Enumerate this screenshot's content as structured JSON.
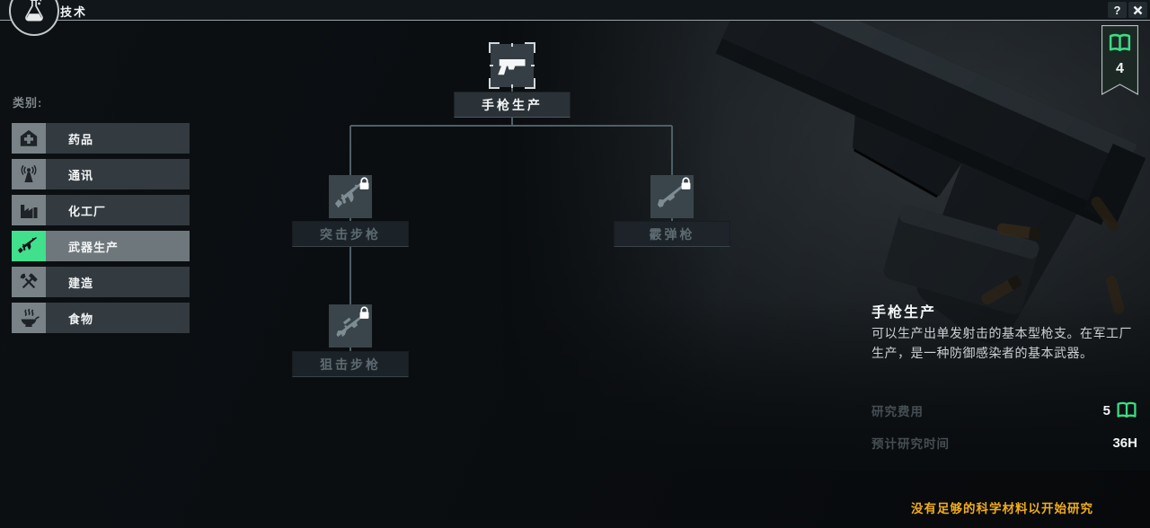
{
  "window": {
    "title": "技术",
    "help_label": "?"
  },
  "science_badge": {
    "count": "4"
  },
  "sidebar": {
    "category_label": "类别:",
    "items": [
      {
        "label": "药品",
        "icon": "medicine-icon",
        "selected": false
      },
      {
        "label": "通讯",
        "icon": "radio-icon",
        "selected": false
      },
      {
        "label": "化工厂",
        "icon": "factory-icon",
        "selected": false
      },
      {
        "label": "武器生产",
        "icon": "rifle-icon",
        "selected": true
      },
      {
        "label": "建造",
        "icon": "build-icon",
        "selected": false
      },
      {
        "label": "食物",
        "icon": "food-icon",
        "selected": false
      }
    ]
  },
  "tech_tree": {
    "nodes": [
      {
        "id": "pistol",
        "label": "手枪生产",
        "locked": false,
        "selected": true
      },
      {
        "id": "assault_rifle",
        "label": "突击步枪",
        "locked": true,
        "selected": false
      },
      {
        "id": "shotgun",
        "label": "霰弹枪",
        "locked": true,
        "selected": false
      },
      {
        "id": "sniper_rifle",
        "label": "狙击步枪",
        "locked": true,
        "selected": false
      }
    ]
  },
  "details": {
    "title": "手枪生产",
    "description": "可以生产出单发射击的基本型枪支。在军工厂生产，是一种防御感染者的基本武器。",
    "research_cost_label": "研究费用",
    "research_cost_value": "5",
    "research_time_label": "预计研究时间",
    "research_time_value": "36H",
    "warning": "没有足够的科学材料以开始研究"
  },
  "colors": {
    "accent_green": "#41e08d",
    "warning_yellow": "#f0ad1c",
    "connector": "#4e5f66"
  }
}
